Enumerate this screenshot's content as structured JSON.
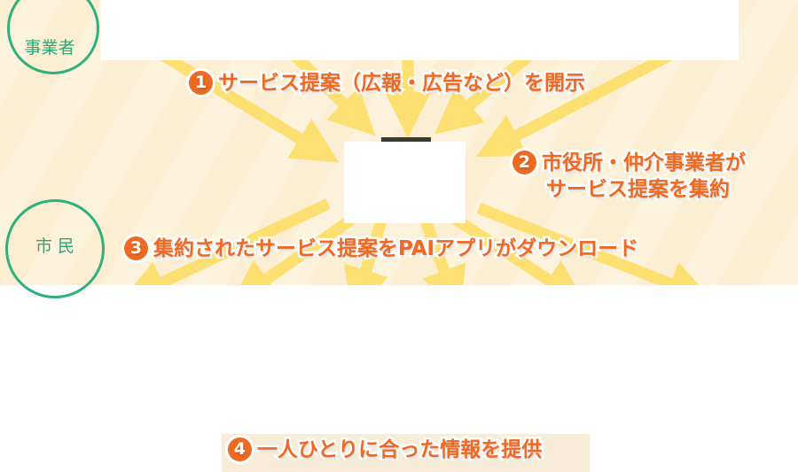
{
  "actors": {
    "business": "事業者",
    "citizen": "市 民"
  },
  "steps": [
    {
      "num": "1",
      "text": "サービス提案（広報・広告など）を開示"
    },
    {
      "num": "2",
      "line1": "市役所・仲介事業者が",
      "line2": "サービス提案を集約"
    },
    {
      "num": "3",
      "text": "集約されたサービス提案をPAIアプリがダウンロード"
    },
    {
      "num": "4",
      "text": "一人ひとりに合った情報を提供"
    }
  ],
  "colors": {
    "accent": "#ee6a22",
    "green": "#2fb07c",
    "arrow": "#fddf72"
  }
}
